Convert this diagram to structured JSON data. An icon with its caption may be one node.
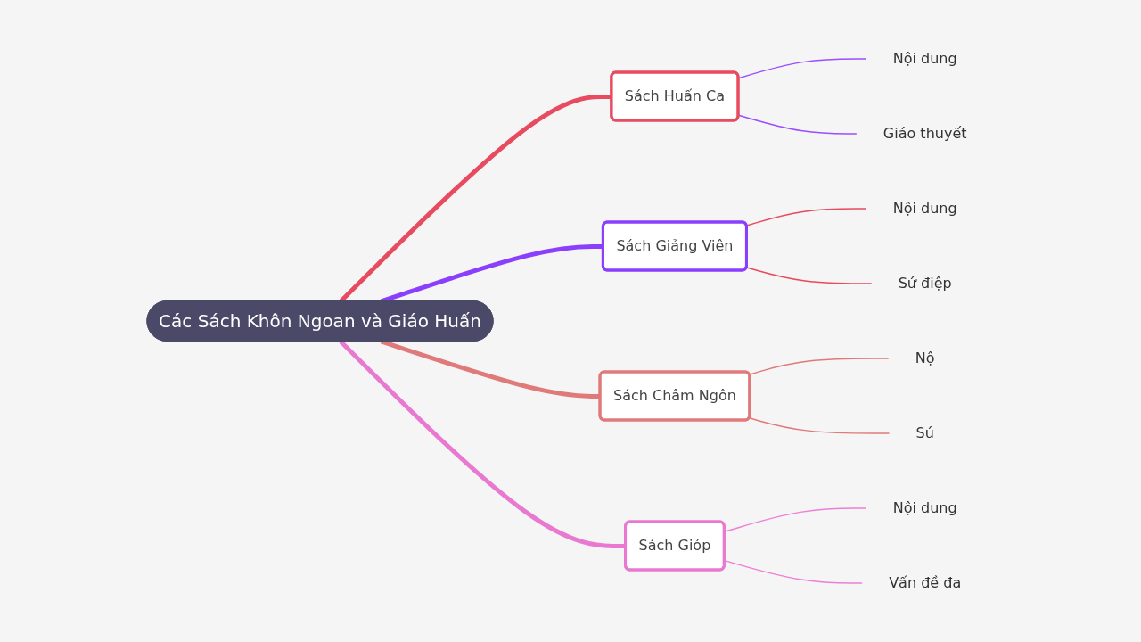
{
  "diagram": {
    "nodes": [
      {
        "text": [
          "Các Sách Khôn Ngoan và Giáo Huấn"
        ]
      },
      {
        "text": [
          "Sách Huấn Ca"
        ]
      },
      {
        "text": [
          "Nội dung"
        ]
      },
      {
        "text": [
          "Giáo thuyết"
        ]
      },
      {
        "text": [
          "Sách Giảng Viên"
        ]
      },
      {
        "text": [
          "Nội dung"
        ]
      },
      {
        "text": [
          "Sứ điệp"
        ]
      },
      {
        "text": [
          "Sách Châm Ngôn"
        ]
      },
      {
        "text": [
          "Nộ"
        ]
      },
      {
        "text": [
          "Sú"
        ]
      },
      {
        "text": [
          "Sách Gióp"
        ]
      },
      {
        "text": [
          "Nội dung"
        ]
      },
      {
        "text": [
          "Vấn đề đa"
        ]
      }
    ],
    "edges": [
      {
        "from": 0,
        "to": 1,
        "arrow": "none",
        "style": "thick",
        "color": "#e84a5f"
      },
      {
        "from": 1,
        "to": 2,
        "arrow": "none",
        "color": "#9b4dff"
      },
      {
        "from": 1,
        "to": 3,
        "arrow": "none",
        "color": "#9b4dff"
      },
      {
        "from": 0,
        "to": 4,
        "arrow": "none",
        "style": "thick",
        "color": "#8a3ffc"
      },
      {
        "from": 4,
        "to": 5,
        "arrow": "none",
        "color": "#e84a5f"
      },
      {
        "from": 4,
        "to": 6,
        "arrow": "none",
        "color": "#e84a5f"
      },
      {
        "from": 0,
        "to": 7,
        "arrow": "none",
        "style": "thick",
        "color": "#e07a7a"
      },
      {
        "from": 7,
        "to": 8,
        "arrow": "none",
        "color": "#e07a7a"
      },
      {
        "from": 7,
        "to": 9,
        "arrow": "none",
        "color": "#e07a7a"
      },
      {
        "from": 0,
        "to": 10,
        "arrow": "none",
        "style": "thick",
        "color": "#e878d0"
      },
      {
        "from": 10,
        "to": 11,
        "arrow": "none",
        "color": "#ee7fd6"
      },
      {
        "from": 10,
        "to": 12,
        "arrow": "none",
        "color": "#ee7fd6"
      }
    ]
  }
}
